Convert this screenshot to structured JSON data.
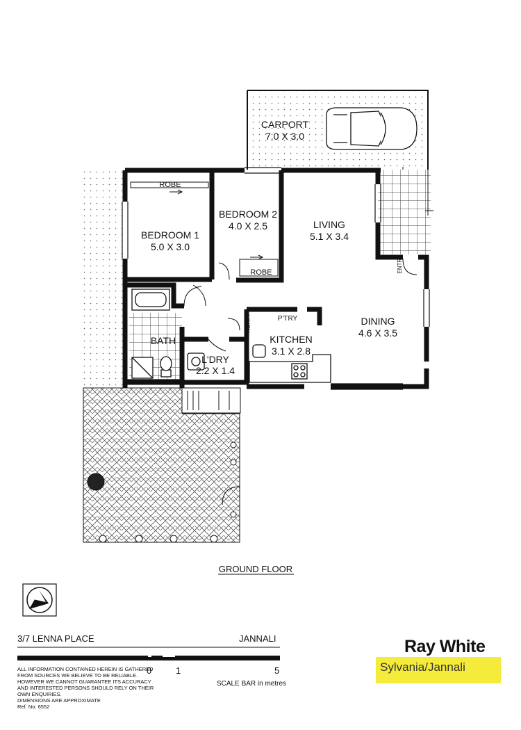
{
  "rooms": {
    "carport": {
      "name": "CARPORT",
      "size": "7.0 X 3.0"
    },
    "bedroom1": {
      "name": "BEDROOM 1",
      "size": "5.0 X 3.0"
    },
    "bedroom2": {
      "name": "BEDROOM 2",
      "size": "4.0 X 2.5"
    },
    "living": {
      "name": "LIVING",
      "size": "5.1 X 3.4"
    },
    "dining": {
      "name": "DINING",
      "size": "4.6 X 3.5"
    },
    "kitchen": {
      "name": "KITCHEN",
      "size": "3.1 X 2.8"
    },
    "laundry": {
      "name": "L'DRY",
      "size": "2.2 X 1.4"
    },
    "bath": {
      "name": "BATH"
    }
  },
  "labels": {
    "robe1": "ROBE",
    "robe2": "ROBE",
    "pantry": "P'TRY",
    "linen": "LINEN",
    "entry": "ENTRY"
  },
  "floor_title": "GROUND FLOOR",
  "address": "3/7 LENNA PLACE",
  "suburb": "JANNALI",
  "disclaimer": [
    "ALL INFORMATION CONTAINED HEREIN IS GATHERED",
    "FROM SOURCES WE BELIEVE TO BE RELIABLE.",
    "HOWEVER WE CANNOT GUARANTEE ITS ACCURACY",
    "AND INTERESTED PERSONS SHOULD RELY ON THEIR",
    "OWN ENQUIRIES.",
    "DIMENSIONS ARE APPROXIMATE",
    "Ref. No: 6552"
  ],
  "scale": {
    "tick0": "0",
    "tick1": "1",
    "tick5": "5",
    "caption": "SCALE BAR in metres"
  },
  "brand": {
    "name": "Ray White",
    "office": "Sylvania/Jannali"
  },
  "colors": {
    "wall": "#111111",
    "brand_yellow": "#f5eb3a"
  }
}
